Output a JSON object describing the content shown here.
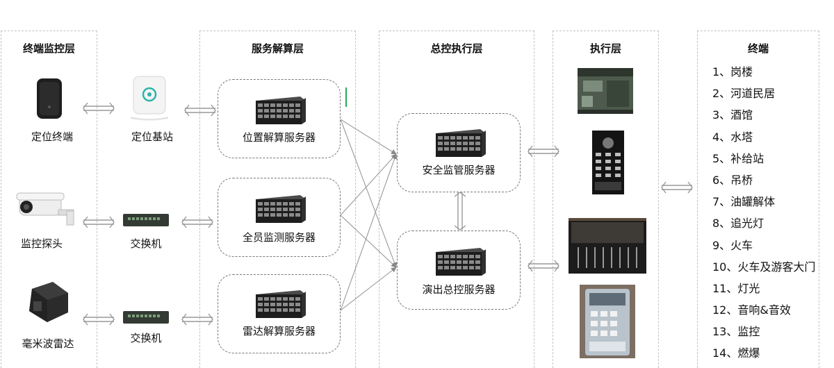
{
  "columns": {
    "terminal_monitor": "终端监控层",
    "service_compute": "服务解算层",
    "master_exec": "总控执行层",
    "exec": "执行层",
    "terminal": "终端"
  },
  "devices": {
    "positioning_terminal": "定位终端",
    "positioning_base": "定位基站",
    "monitor_probe": "监控探头",
    "switch_1": "交换机",
    "mmwave_radar": "毫米波雷达",
    "switch_2": "交换机"
  },
  "servers": {
    "position": "位置解算服务器",
    "staff": "全员监测服务器",
    "radar": "雷达解算服务器",
    "safety": "安全监管服务器",
    "show": "演出总控服务器"
  },
  "terminal_items": [
    "1、岗楼",
    "2、河道民居",
    "3、酒馆",
    "4、水塔",
    "5、补给站",
    "6、吊桥",
    "7、油罐解体",
    "8、追光灯",
    "9、火车",
    "10、火车及游客大门",
    "11、灯光",
    "12、音响&音效",
    "13、监控",
    "14、燃爆"
  ],
  "colors": {
    "dashed_border": "#c2c2c2",
    "box_border": "#777777",
    "connector": "#999999",
    "marker": "#22aa55"
  }
}
